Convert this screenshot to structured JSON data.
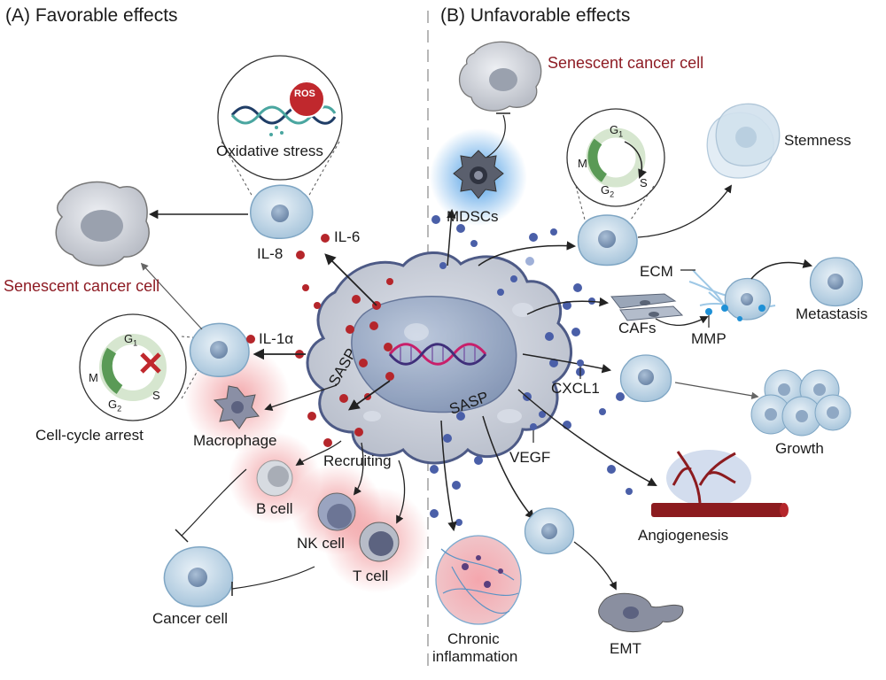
{
  "panels": {
    "left_title": "(A)  Favorable effects",
    "right_title": "(B)  Unfavorable effects"
  },
  "labels": {
    "oxidative_stress": "Oxidative stress",
    "ros": "ROS",
    "il6": "IL-6",
    "il8": "IL-8",
    "il1a": "IL-1α",
    "senescent_left": "Senescent cancer cell",
    "senescent_right": "Senescent cancer cell",
    "cell_cycle_arrest": "Cell-cycle arrest",
    "macrophage": "Macrophage",
    "recruiting": "Recruiting",
    "b_cell": "B cell",
    "nk_cell": "NK cell",
    "t_cell": "T cell",
    "cancer_cell": "Cancer cell",
    "sasp_left": "SASP",
    "sasp_right": "SASP",
    "mdscs": "MDSCs",
    "stemness": "Stemness",
    "ecm": "ECM",
    "cafs": "CAFs",
    "mmp": "MMP",
    "metastasis": "Metastasis",
    "cxcl1": "CXCL1",
    "growth": "Growth",
    "vegf": "VEGF",
    "angiogenesis": "Angiogenesis",
    "chronic_inflammation_1": "Chronic",
    "chronic_inflammation_2": "inflammation",
    "emt": "EMT"
  },
  "cycle_left": {
    "g1": "G1",
    "g2": "G2",
    "m": "M",
    "s": "S"
  },
  "cycle_right": {
    "g1": "G1",
    "g2": "G2",
    "m": "M",
    "s": "S"
  },
  "colors": {
    "cell_blue": "#c9dcea",
    "cell_blue_dark": "#7fa6c4",
    "senescent_gray": "#c8cbd2",
    "red_particle": "#b5262b",
    "blue_particle": "#4a5fa8",
    "accent_red": "#8e1c24",
    "cycle_green": "#5a9a56"
  }
}
